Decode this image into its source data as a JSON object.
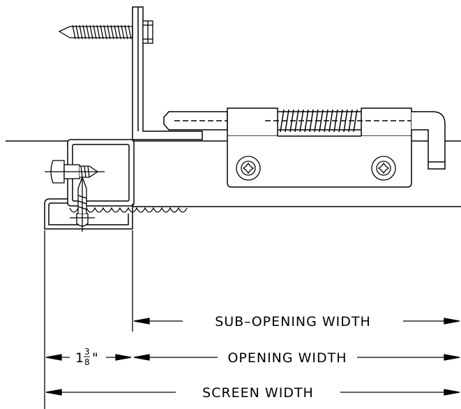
{
  "dimensions": {
    "sub_opening_width": "SUB–OPENING WIDTH",
    "opening_width": "OPENING WIDTH",
    "screen_width": "SCREEN WIDTH",
    "offset": {
      "whole": "1",
      "numerator": "3",
      "denominator": "8",
      "unit": "\""
    }
  },
  "colors": {
    "line": "#000000",
    "background": "#ffffff"
  }
}
